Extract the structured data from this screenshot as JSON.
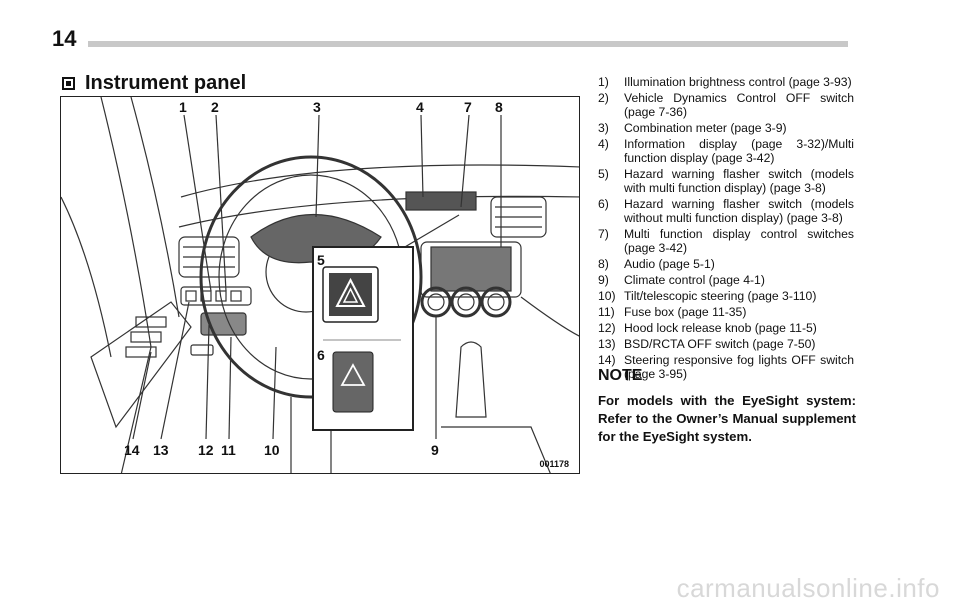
{
  "page_number": "14",
  "section_title": "Instrument panel",
  "figure": {
    "code": "001178",
    "callouts": [
      "1",
      "2",
      "3",
      "4",
      "7",
      "8",
      "5",
      "6",
      "14",
      "13",
      "12",
      "11",
      "10",
      "9"
    ]
  },
  "items": [
    {
      "num": "1)",
      "text": "Illumination brightness control (page 3-93)"
    },
    {
      "num": "2)",
      "text": "Vehicle Dynamics Control OFF switch (page 7-36)"
    },
    {
      "num": "3)",
      "text": "Combination meter (page 3-9)"
    },
    {
      "num": "4)",
      "text": "Information display (page 3-32)/Multi function display (page 3-42)"
    },
    {
      "num": "5)",
      "text": "Hazard warning flasher switch (models with multi function display) (page 3-8)"
    },
    {
      "num": "6)",
      "text": "Hazard warning flasher switch (models without multi function display) (page 3-8)"
    },
    {
      "num": "7)",
      "text": "Multi function display control switches (page 3-42)"
    },
    {
      "num": "8)",
      "text": "Audio (page 5-1)"
    },
    {
      "num": "9)",
      "text": "Climate control (page 4-1)"
    },
    {
      "num": "10)",
      "text": "Tilt/telescopic steering (page 3-110)"
    },
    {
      "num": "11)",
      "text": "Fuse box (page 11-35)"
    },
    {
      "num": "12)",
      "text": "Hood lock release knob (page 11-5)"
    },
    {
      "num": "13)",
      "text": "BSD/RCTA OFF switch (page 7-50)"
    },
    {
      "num": "14)",
      "text": "Steering responsive fog lights OFF switch (page 3-95)"
    }
  ],
  "note": {
    "heading": "NOTE",
    "body": "For models with the EyeSight system: Refer to the Owner’s Manual supplement for the EyeSight system."
  },
  "watermark": "carmanualsonline.info"
}
